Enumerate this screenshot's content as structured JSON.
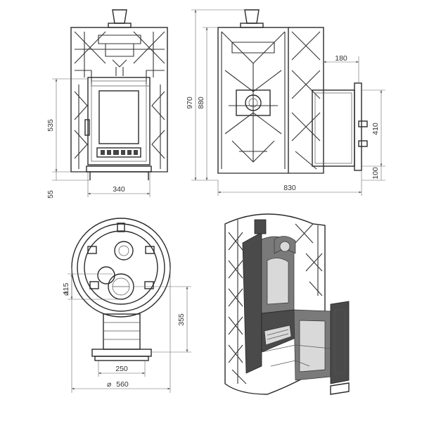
{
  "dimensions": {
    "front_height_door": "535",
    "front_height_base": "55",
    "front_width_door": "340",
    "total_height": "970",
    "body_height": "880",
    "flue_offset": "180",
    "tank_height": "410",
    "tank_bottom": "100",
    "total_depth": "830",
    "flue_diameter": "115",
    "flue_to_front": "355",
    "door_width": "250",
    "body_diameter": "560"
  },
  "colors": {
    "line": "#2a2a2a",
    "dimension": "#666666",
    "section_dark": "#4a4a4a",
    "section_mid": "#7a7a7a",
    "section_light": "#d9d9d9"
  }
}
